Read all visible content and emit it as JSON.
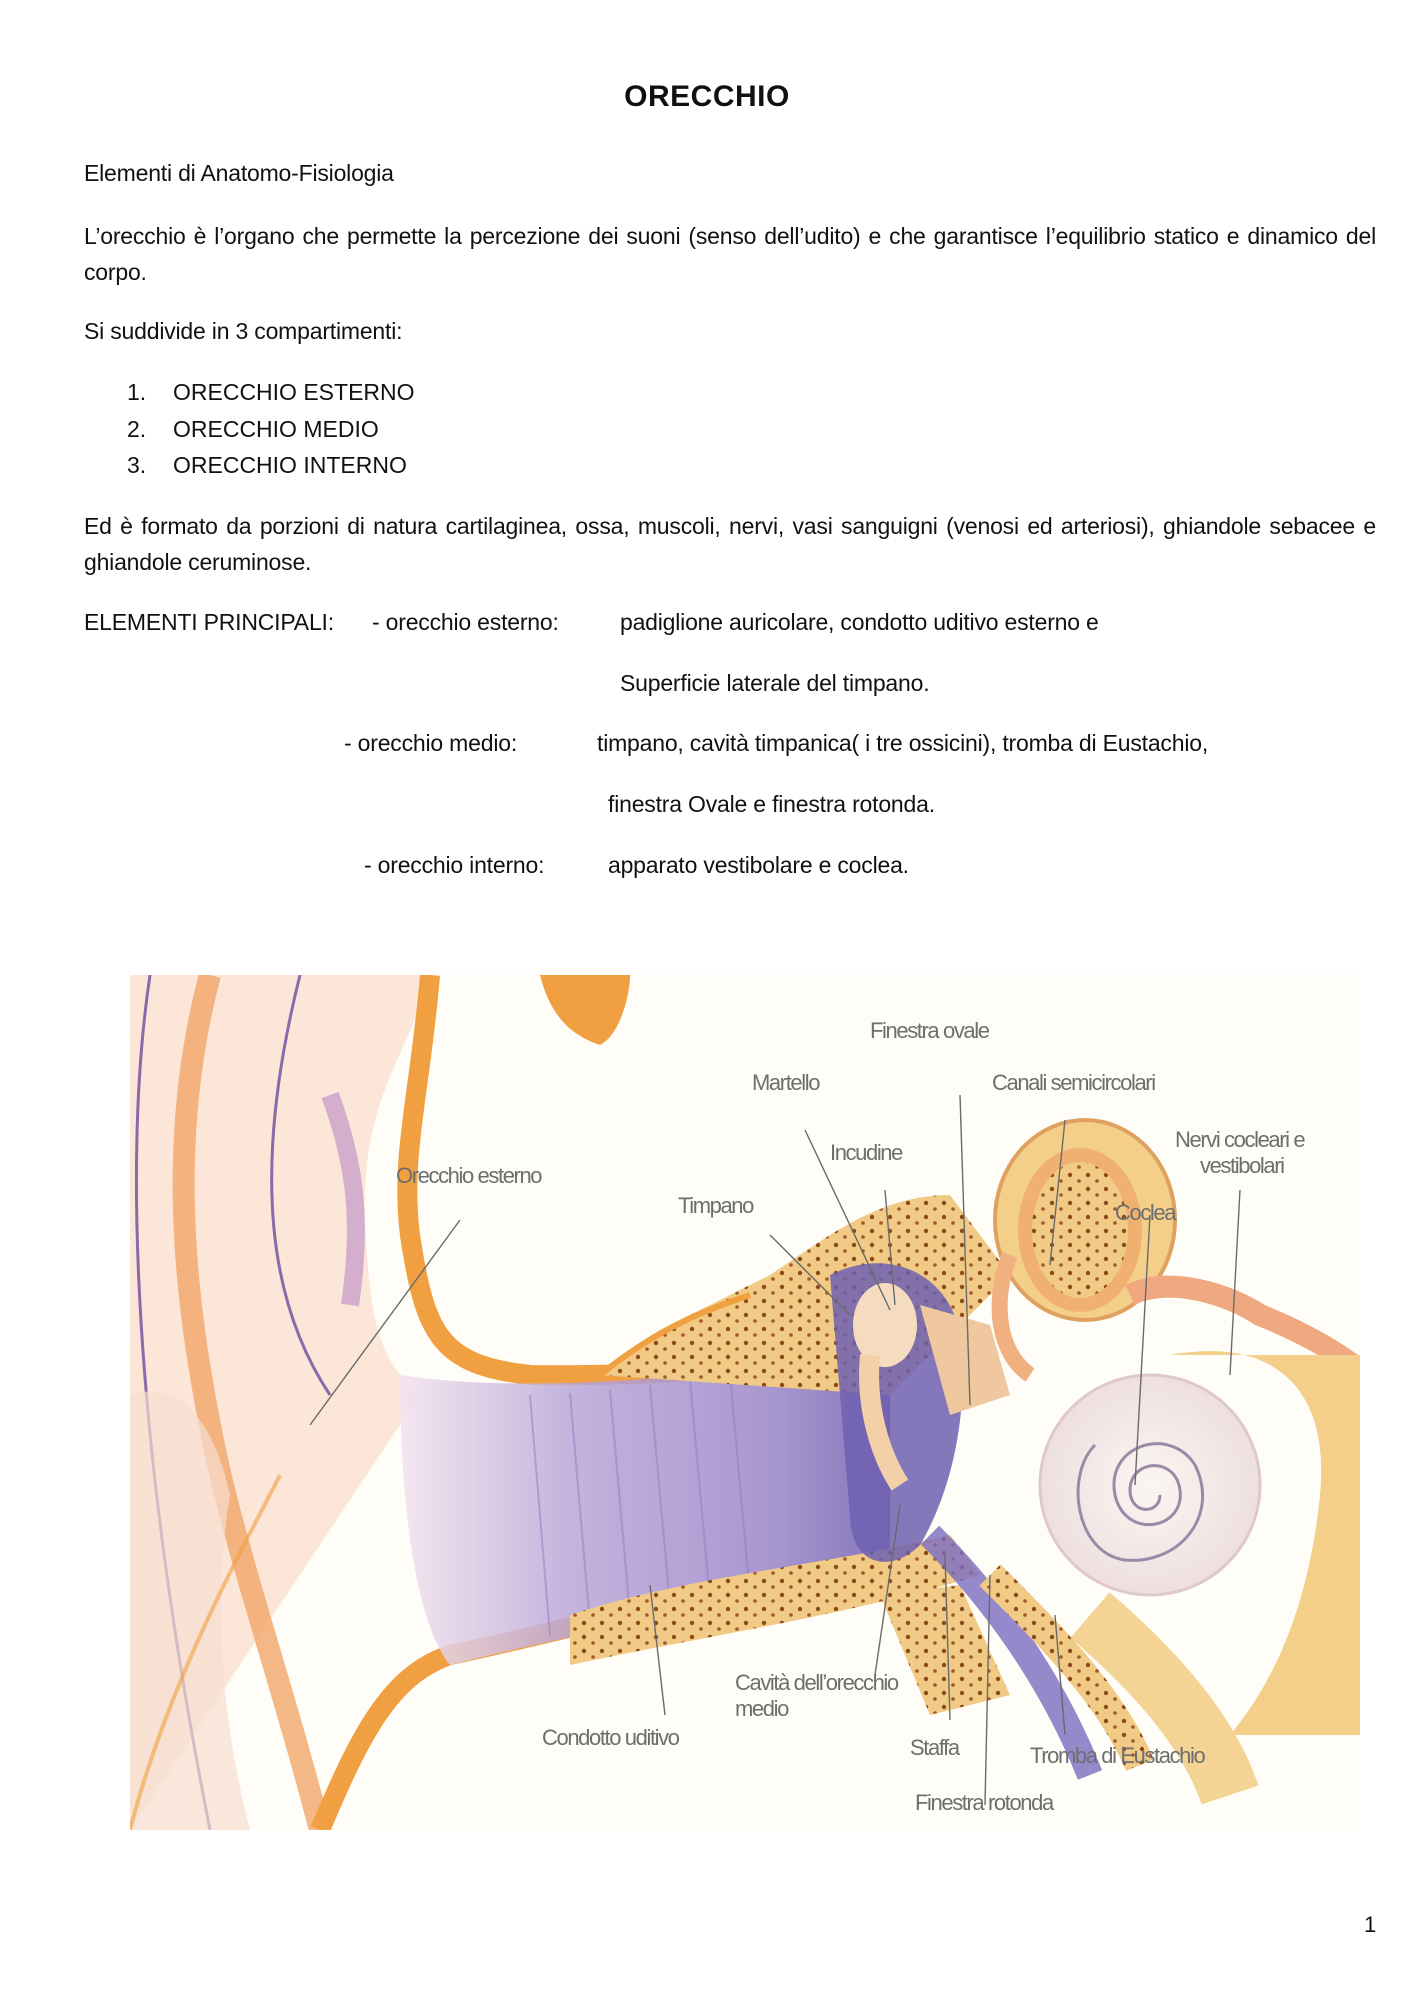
{
  "document": {
    "title": "ORECCHIO",
    "subtitle": "Elementi di Anatomo-Fisiologia",
    "intro": "L’orecchio è l’organo che permette la percezione dei suoni (senso dell’udito) e che garantisce l’equilibrio statico e dinamico del corpo.",
    "list_intro": "Si suddivide in 3 compartimenti:",
    "compartments": [
      {
        "num": "1.",
        "label": "ORECCHIO ESTERNO"
      },
      {
        "num": "2.",
        "label": "ORECCHIO MEDIO"
      },
      {
        "num": "3.",
        "label": "ORECCHIO INTERNO"
      }
    ],
    "composition": "Ed è formato da porzioni di natura cartilaginea, ossa, muscoli, nervi, vasi sanguigni (venosi ed  arteriosi), ghiandole sebacee e ghiandole ceruminose.",
    "main_elements": {
      "heading": "ELEMENTI PRINCIPALI:",
      "external": {
        "label": "- orecchio esterno:",
        "line1": "padiglione auricolare, condotto uditivo esterno e",
        "line2": "Superficie laterale del timpano."
      },
      "middle": {
        "label": "- orecchio medio:",
        "line1": "timpano, cavità timpanica( i tre ossicini), tromba di Eustachio,",
        "line2": "finestra  Ovale e finestra rotonda."
      },
      "internal": {
        "label": "- orecchio interno:",
        "line1": "apparato vestibolare e coclea."
      }
    },
    "page_number": "1"
  },
  "diagram": {
    "labels": {
      "orecchio_esterno": "Orecchio esterno",
      "timpano": "Timpano",
      "martello": "Martello",
      "incudine": "Incudine",
      "finestra_ovale": "Finestra ovale",
      "canali_semicircolari": "Canali semicircolari",
      "nervi_line1": "Nervi cocleari e",
      "nervi_line2": "vestibolari",
      "coclea": "Coclea",
      "condotto_uditivo": "Condotto uditivo",
      "cavita_line1": "Cavità dell’orecchio",
      "cavita_line2": "medio",
      "staffa": "Staffa",
      "tromba_eustachio": "Tromba di Eustachio",
      "finestra_rotonda": "Finestra rotonda"
    },
    "colors": {
      "cartilage_orange": "#f0a040",
      "skin_light": "#fbe6d2",
      "canal_purple": "#9a86c8",
      "bone_tan": "#f3cf8a",
      "bone_dots": "#8a4a1a",
      "cochlea_white": "#f7efe8",
      "label_gray": "#6e6e6e"
    }
  }
}
